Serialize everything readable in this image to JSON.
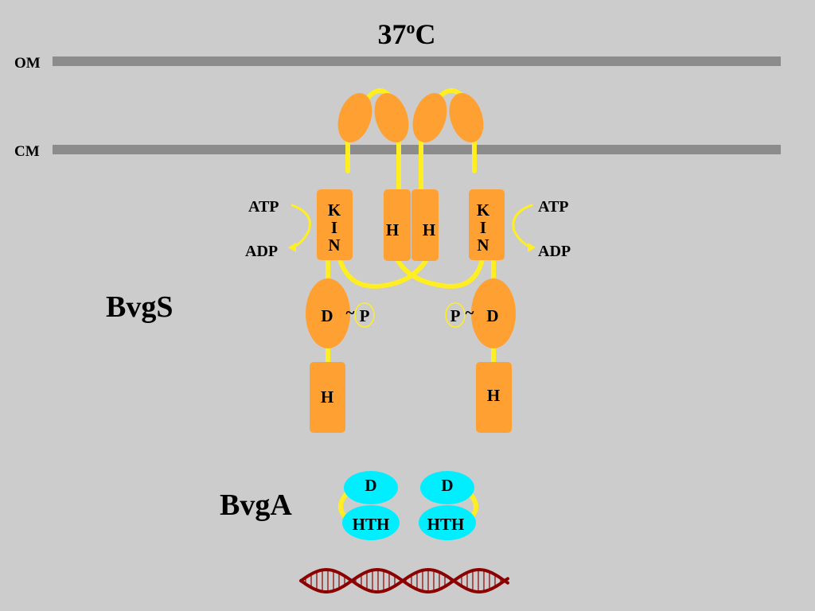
{
  "title": {
    "main": "37",
    "sup": "o",
    "unit": "C"
  },
  "membranes": {
    "outer": "OM",
    "inner": "CM"
  },
  "labels": {
    "bvgs": "BvgS",
    "bvga": "BvgA"
  },
  "left_protomer": {
    "kinase": [
      "K",
      "I",
      "N"
    ],
    "hpt_upper": "H",
    "receiver": "D",
    "tilde": "~",
    "phospho": "P",
    "hpt_lower": "H",
    "atp": "ATP",
    "adp": "ADP"
  },
  "right_protomer": {
    "kinase": [
      "K",
      "I",
      "N"
    ],
    "hpt_upper": "H",
    "receiver": "D",
    "tilde": "~",
    "phospho": "P",
    "hpt_lower": "H",
    "atp": "ATP",
    "adp": "ADP"
  },
  "bvga_left": {
    "receiver": "D",
    "hth": "HTH"
  },
  "bvga_right": {
    "receiver": "D",
    "hth": "HTH"
  },
  "colors": {
    "background": "#cccccc",
    "membrane": "#8c8c8c",
    "domain": "#ffa033",
    "linker": "#ffee22",
    "bvga": "#00eeff",
    "dna": "#8b0000"
  }
}
